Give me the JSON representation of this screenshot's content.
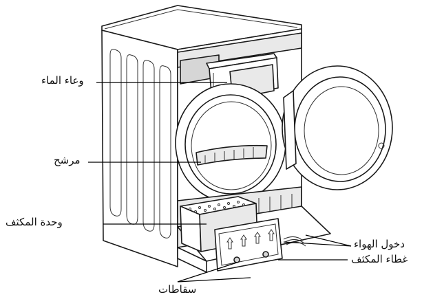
{
  "labels": {
    "water_tank": "وعاء الماء",
    "filter": "مرشح",
    "condenser_unit": "وحدة المكثف",
    "air_inlet": "دخول الهواء",
    "condenser_cover": "غطاء المكثف",
    "latches": "سقاطات"
  }
}
